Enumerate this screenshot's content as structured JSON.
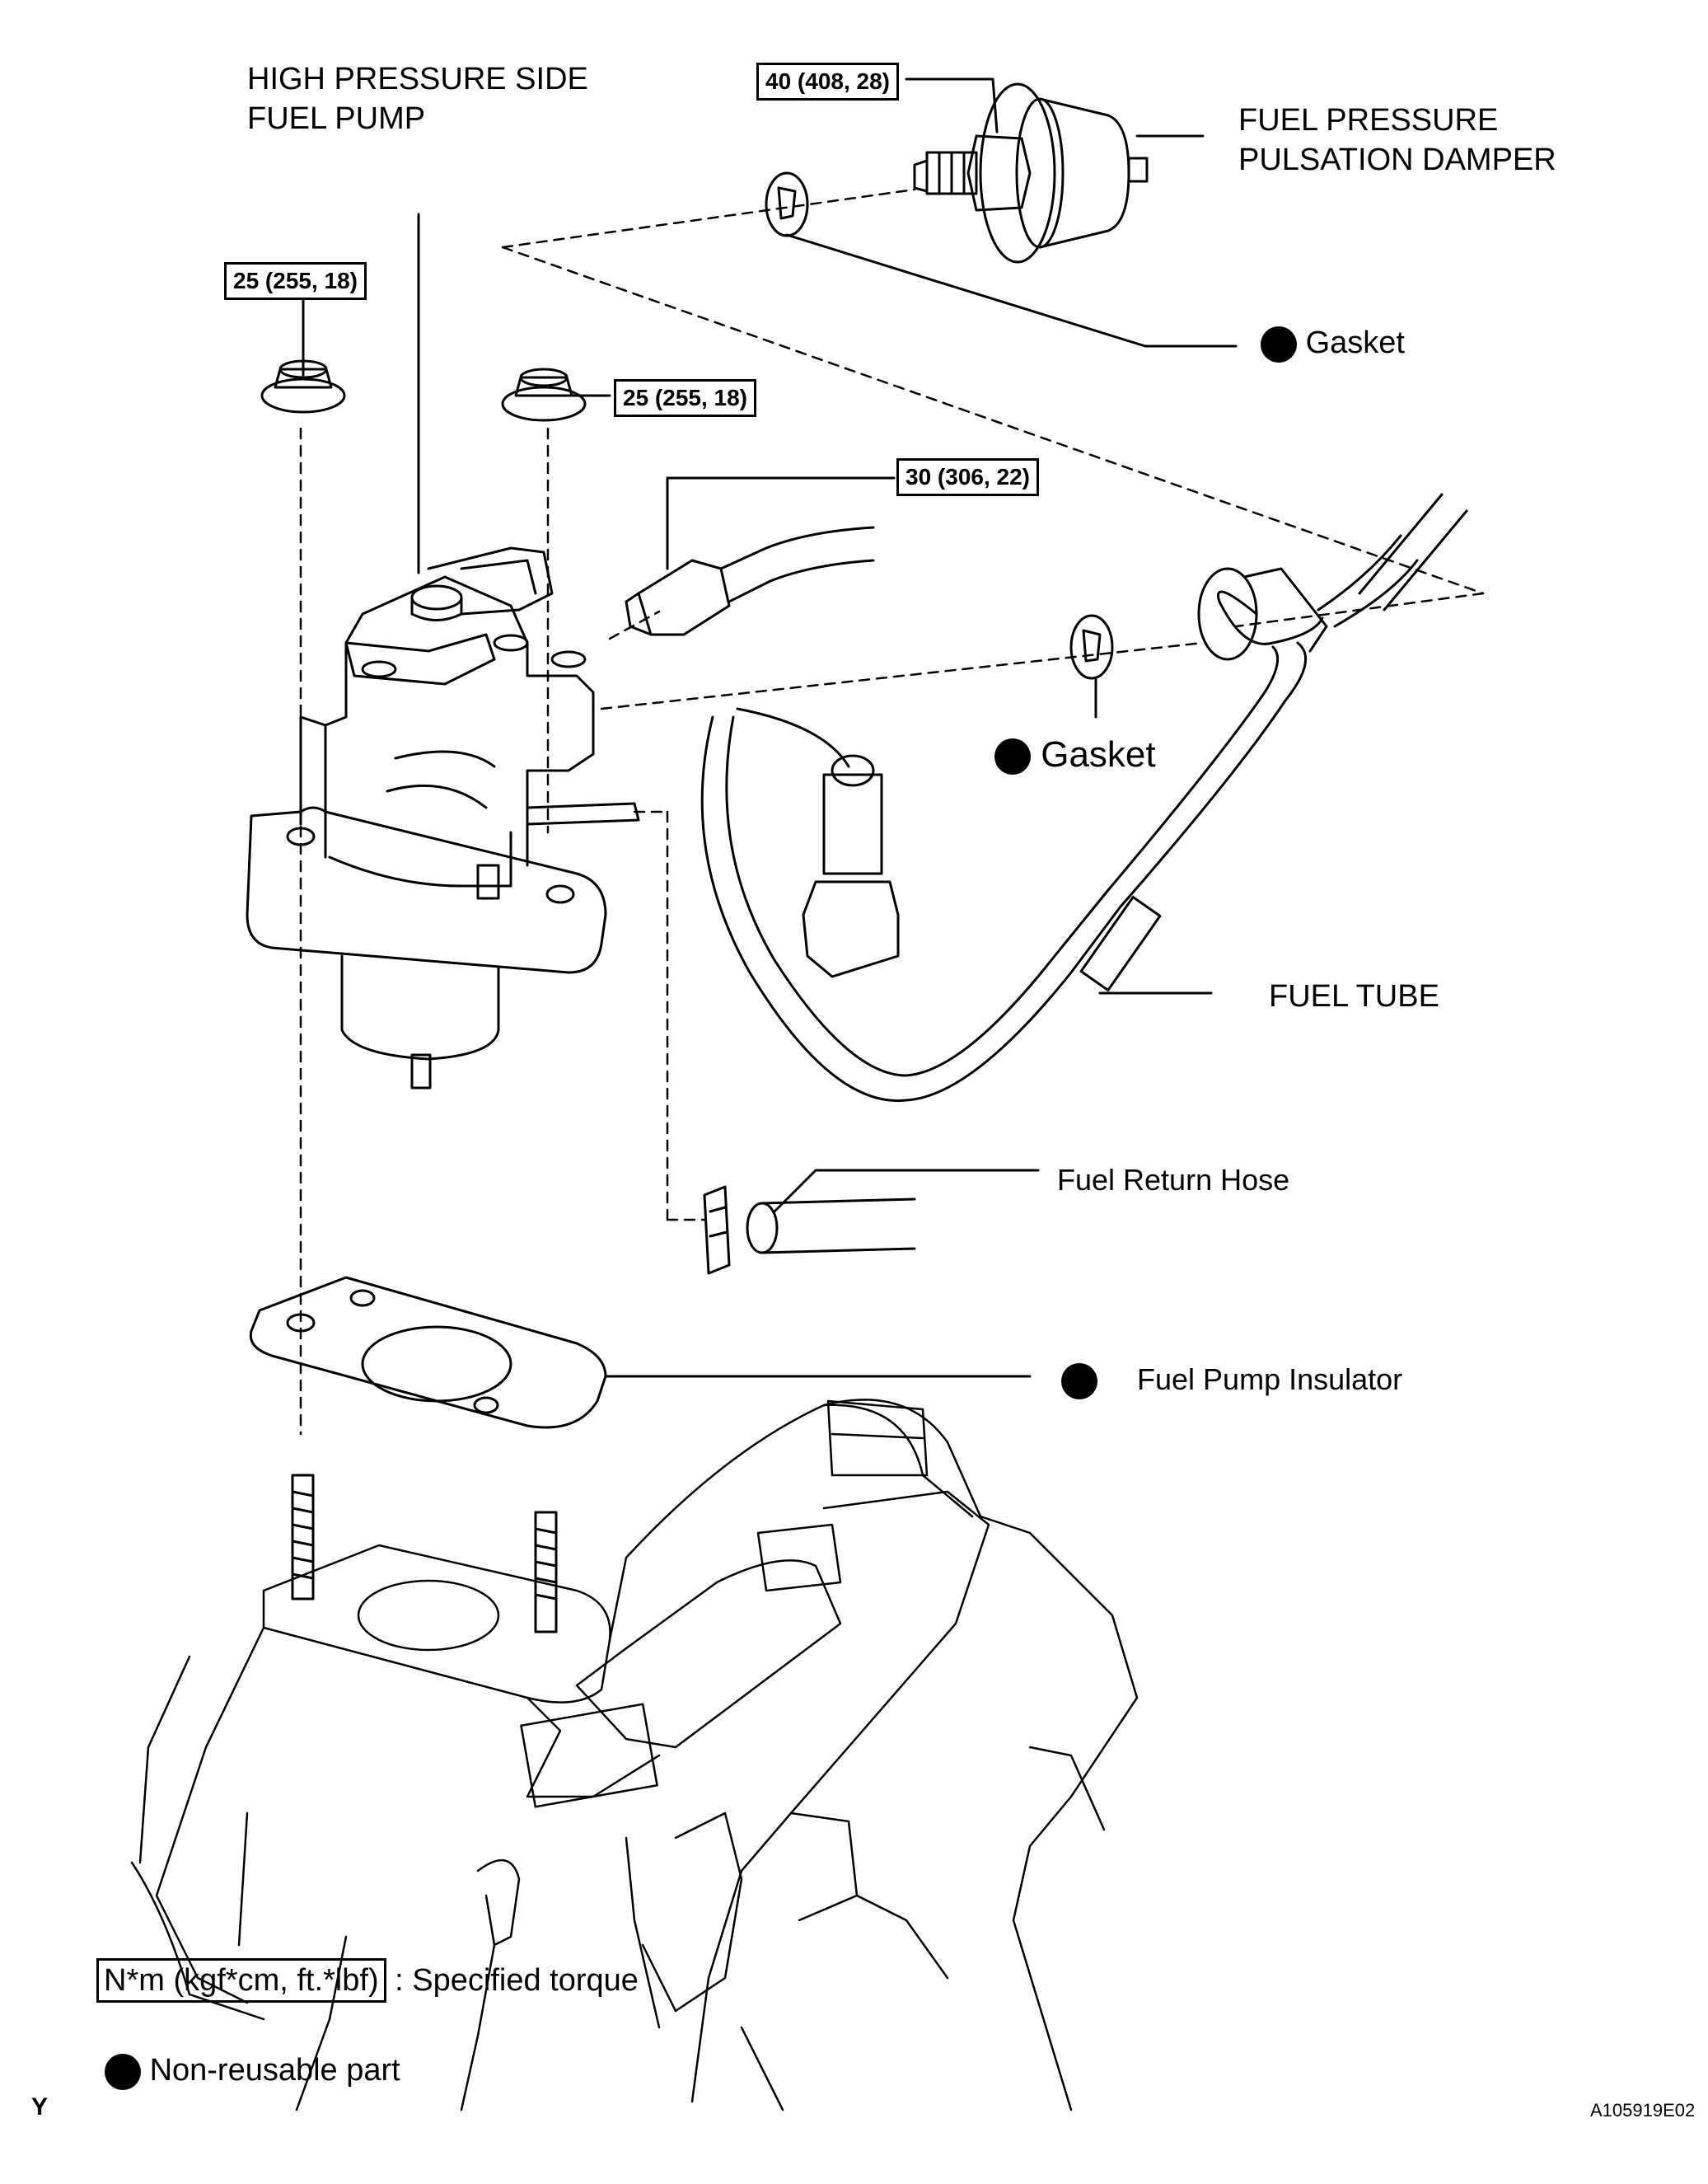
{
  "labels": {
    "high_pressure_pump": [
      "HIGH PRESSURE SIDE",
      "FUEL PUMP"
    ],
    "pulsation_damper": [
      "FUEL PRESSURE",
      "PULSATION DAMPER"
    ],
    "gasket_top": "Gasket",
    "gasket_mid": "Gasket",
    "fuel_tube": "FUEL TUBE",
    "fuel_return_hose": "Fuel Return Hose",
    "fuel_pump_insulator": "Fuel Pump Insulator"
  },
  "torques": {
    "damper": "40 (408, 28)",
    "pump_nut_left": "25 (255, 18)",
    "pump_nut_right": "25 (255, 18)",
    "fuel_tube_union": "30 (306, 22)"
  },
  "legend": {
    "torque_unit": "N*m (kgf*cm, ft.*lbf)",
    "torque_text": ": Specified torque",
    "non_reusable": "Non-reusable part"
  },
  "figure_id": "A105919E02",
  "corner_mark": "Y"
}
